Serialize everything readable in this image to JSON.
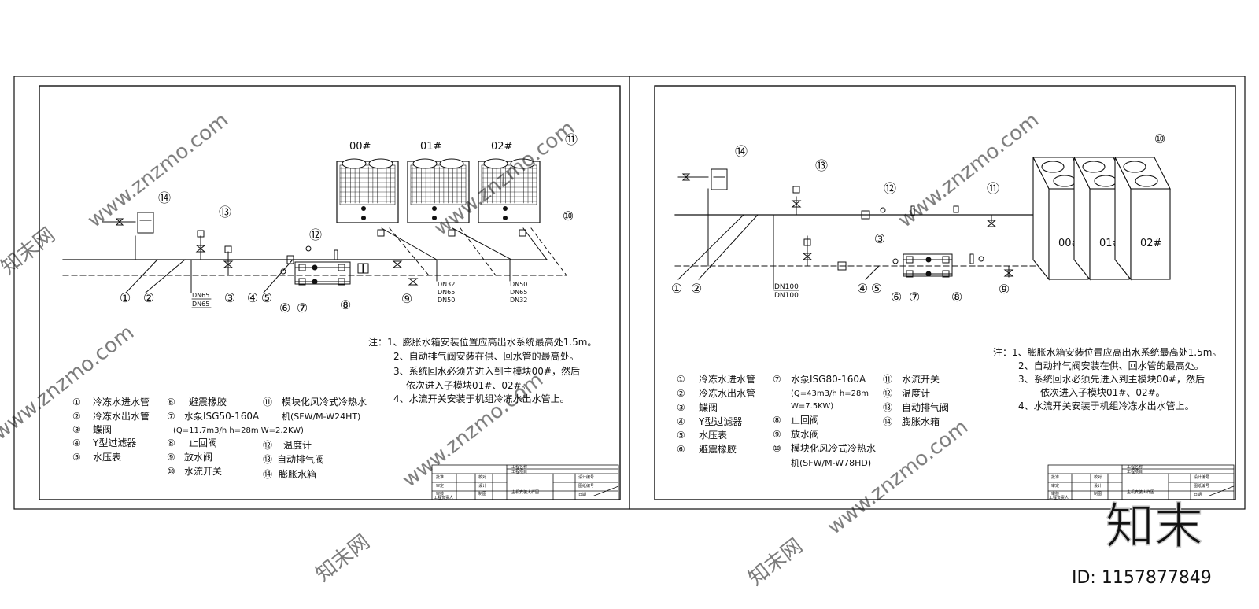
{
  "left_panel": {
    "unit_labels": [
      "00#",
      "01#",
      "02#"
    ],
    "callouts": [
      "⑭",
      "⑬",
      "⑫",
      "⑪",
      "⑩",
      "①",
      "②",
      "③",
      "④",
      "⑤",
      "⑥",
      "⑦",
      "⑧",
      "⑨"
    ],
    "pipe_sizes": {
      "a": [
        "DN65",
        "DN65"
      ],
      "b": [
        "DN32",
        "DN65",
        "DN50"
      ],
      "c": [
        "DN50",
        "DN65",
        "DN32"
      ]
    },
    "notes": [
      "注：1、膨胀水箱安装位置应高出水系统最高处1.5m。",
      "2、自动排气阀安装在供、回水管的最高处。",
      "3、系统回水必须先进入到主模块00#，然后",
      "依次进入子模块01#、02#。",
      "4、水流开关安装于机组冷冻水出水管上。"
    ],
    "legend": [
      {
        "num": "①",
        "text": "冷冻水进水管"
      },
      {
        "num": "②",
        "text": "冷冻水出水管"
      },
      {
        "num": "③",
        "text": "蝶阀"
      },
      {
        "num": "④",
        "text": "Y型过滤器"
      },
      {
        "num": "⑤",
        "text": "水压表"
      },
      {
        "num": "⑥",
        "text": "避震橡胶"
      },
      {
        "num": "⑦",
        "text": "水泵ISG50-160A"
      },
      {
        "num": "",
        "text": "(Q=11.7m3/h h=28m W=2.2KW)"
      },
      {
        "num": "⑧",
        "text": "止回阀"
      },
      {
        "num": "⑨",
        "text": "放水阀"
      },
      {
        "num": "⑩",
        "text": "水流开关"
      },
      {
        "num": "⑪",
        "text": "模块化风冷式冷热水"
      },
      {
        "num": "",
        "text": "机(SFW/M-W24HT)"
      },
      {
        "num": "⑫",
        "text": "温度计"
      },
      {
        "num": "⑬",
        "text": "自动排气阀"
      },
      {
        "num": "⑭",
        "text": "膨胀水箱"
      }
    ]
  },
  "right_panel": {
    "unit_labels": [
      "00#",
      "01#",
      "02#"
    ],
    "callouts": [
      "⑭",
      "⑬",
      "⑫",
      "⑪",
      "⑩",
      "③",
      "①",
      "②",
      "④",
      "⑤",
      "⑥",
      "⑦",
      "⑧",
      "⑨"
    ],
    "pipe_sizes": [
      "DN100",
      "DN100"
    ],
    "notes": [
      "注：1、膨胀水箱安装位置应高出水系统最高处1.5m。",
      "2、自动排气阀安装在供、回水管的最高处。",
      "3、系统回水必须先进入到主模块00#，然后",
      "依次进入子模块01#、02#。",
      "4、水流开关安装于机组冷冻水出水管上。"
    ],
    "legend": [
      {
        "num": "①",
        "text": "冷冻水进水管"
      },
      {
        "num": "②",
        "text": "冷冻水出水管"
      },
      {
        "num": "③",
        "text": "蝶阀"
      },
      {
        "num": "④",
        "text": "Y型过滤器"
      },
      {
        "num": "⑤",
        "text": "水压表"
      },
      {
        "num": "⑥",
        "text": "避震橡胶"
      },
      {
        "num": "⑦",
        "text": "水泵ISG80-160A"
      },
      {
        "num": "",
        "text": "(Q=43m3/h h=28m"
      },
      {
        "num": "",
        "text": "W=7.5KW)"
      },
      {
        "num": "⑧",
        "text": "止回阀"
      },
      {
        "num": "⑨",
        "text": "放水阀"
      },
      {
        "num": "⑩",
        "text": "模块化风冷式冷热水"
      },
      {
        "num": "",
        "text": "机(SFW/M-W78HD)"
      },
      {
        "num": "⑪",
        "text": "水流开关"
      },
      {
        "num": "⑫",
        "text": "温度计"
      },
      {
        "num": "⑬",
        "text": "自动排气阀"
      },
      {
        "num": "⑭",
        "text": "膨胀水箱"
      }
    ]
  },
  "title_block": {
    "project_name": "工程名称",
    "project_item": "工程项目",
    "drawing_title": "主机安装大样图",
    "rows": [
      "批准",
      "审定",
      "审核",
      "工程负责人"
    ],
    "cols": [
      "校对",
      "设计",
      "制图"
    ],
    "right": [
      "设计编号",
      "图纸编号",
      "日期"
    ]
  },
  "watermark": {
    "brand": "知末",
    "site": "www.znzmo.com",
    "site_cn": "知末网",
    "id_text": "ID: 1157877849"
  }
}
